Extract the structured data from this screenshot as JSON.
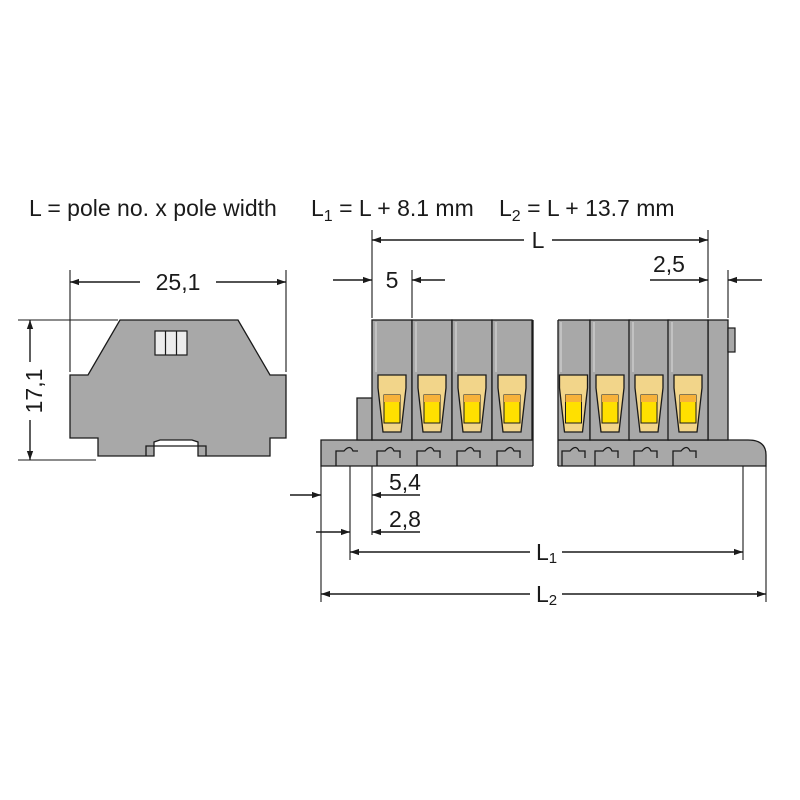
{
  "formula": {
    "l": "L = pole no. x pole width",
    "l1_lead": "L",
    "l1_sub": "1",
    "l1_rest": " = L + 8.1 mm",
    "l2_lead": "L",
    "l2_sub": "2",
    "l2_rest": " = L + 13.7 mm"
  },
  "dimensions": {
    "width_side": "25,1",
    "height_side": "17,1",
    "overall_l": "L",
    "pole_pitch": "5",
    "end_offset": "2,5",
    "dim_5_4": "5,4",
    "dim_2_8": "2,8",
    "l1_lead": "L",
    "l1_sub": "1",
    "l2_lead": "L",
    "l2_sub": "2"
  },
  "colors": {
    "housing": "#a8a8a8",
    "housing_dark": "#8f8f8f",
    "slot": "#f2d58a",
    "clamp_yellow": "#ffe000",
    "clamp_orange": "#f7b23a",
    "outline": "#1a1a1a"
  }
}
